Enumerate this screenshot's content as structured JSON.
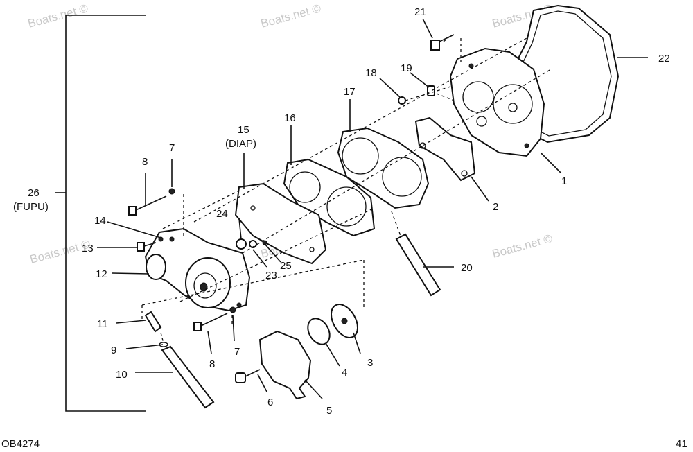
{
  "labels": {
    "p1": "1",
    "p2": "2",
    "p3": "3",
    "p4": "4",
    "p5": "5",
    "p6": "6",
    "p7a": "7",
    "p7b": "7",
    "p8a": "8",
    "p8b": "8",
    "p9": "9",
    "p10": "10",
    "p11": "11",
    "p12": "12",
    "p13": "13",
    "p14": "14",
    "p15": "15",
    "p15sub": "(DIAP)",
    "p16": "16",
    "p17": "17",
    "p18": "18",
    "p19": "19",
    "p20": "20",
    "p21": "21",
    "p22": "22",
    "p23": "23",
    "p24": "24",
    "p25": "25",
    "p26": "26",
    "p26sub": "(FUPU)"
  },
  "watermark": "Boats.net ©",
  "figure_id": "OB4274",
  "page_number": "41"
}
